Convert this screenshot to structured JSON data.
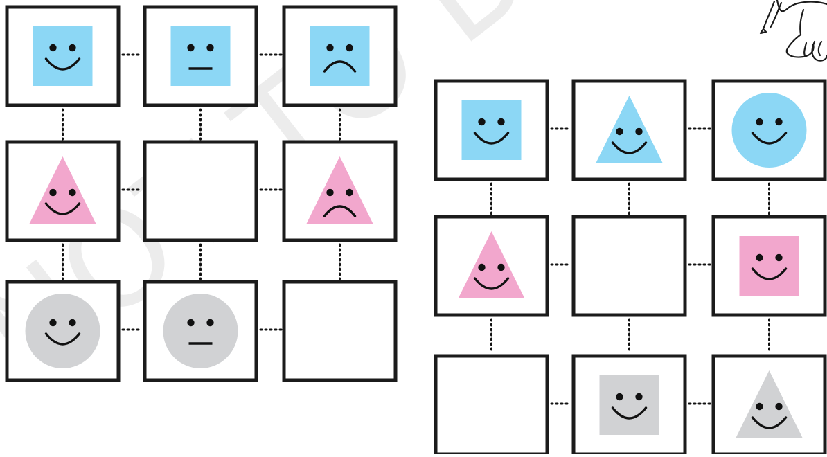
{
  "colors": {
    "blue": "#8cd7f5",
    "pink": "#f2a7cd",
    "gray": "#d1d2d4",
    "border": "#1b1b1b",
    "watermark": "#c9c9c9"
  },
  "watermark": "NOT TO BE REPUBLISHED",
  "puzzles": [
    {
      "id": "left",
      "cells": [
        {
          "shape": "square",
          "color": "blue",
          "mood": "smile"
        },
        {
          "shape": "square",
          "color": "blue",
          "mood": "neutral"
        },
        {
          "shape": "square",
          "color": "blue",
          "mood": "sad"
        },
        {
          "shape": "triangle",
          "color": "pink",
          "mood": "smile"
        },
        {
          "shape": "empty"
        },
        {
          "shape": "triangle",
          "color": "pink",
          "mood": "sad"
        },
        {
          "shape": "circle",
          "color": "gray",
          "mood": "smile"
        },
        {
          "shape": "circle",
          "color": "gray",
          "mood": "neutral"
        },
        {
          "shape": "empty"
        }
      ]
    },
    {
      "id": "right",
      "cells": [
        {
          "shape": "square",
          "color": "blue",
          "mood": "smile"
        },
        {
          "shape": "triangle",
          "color": "blue",
          "mood": "smile"
        },
        {
          "shape": "circle",
          "color": "blue",
          "mood": "smile"
        },
        {
          "shape": "triangle",
          "color": "pink",
          "mood": "smile"
        },
        {
          "shape": "empty"
        },
        {
          "shape": "square",
          "color": "pink",
          "mood": "smile"
        },
        {
          "shape": "empty"
        },
        {
          "shape": "square",
          "color": "gray",
          "mood": "smile"
        },
        {
          "shape": "triangle",
          "color": "gray",
          "mood": "smile"
        }
      ]
    }
  ],
  "decorations": [
    {
      "name": "cartoon-figure-icon"
    }
  ]
}
